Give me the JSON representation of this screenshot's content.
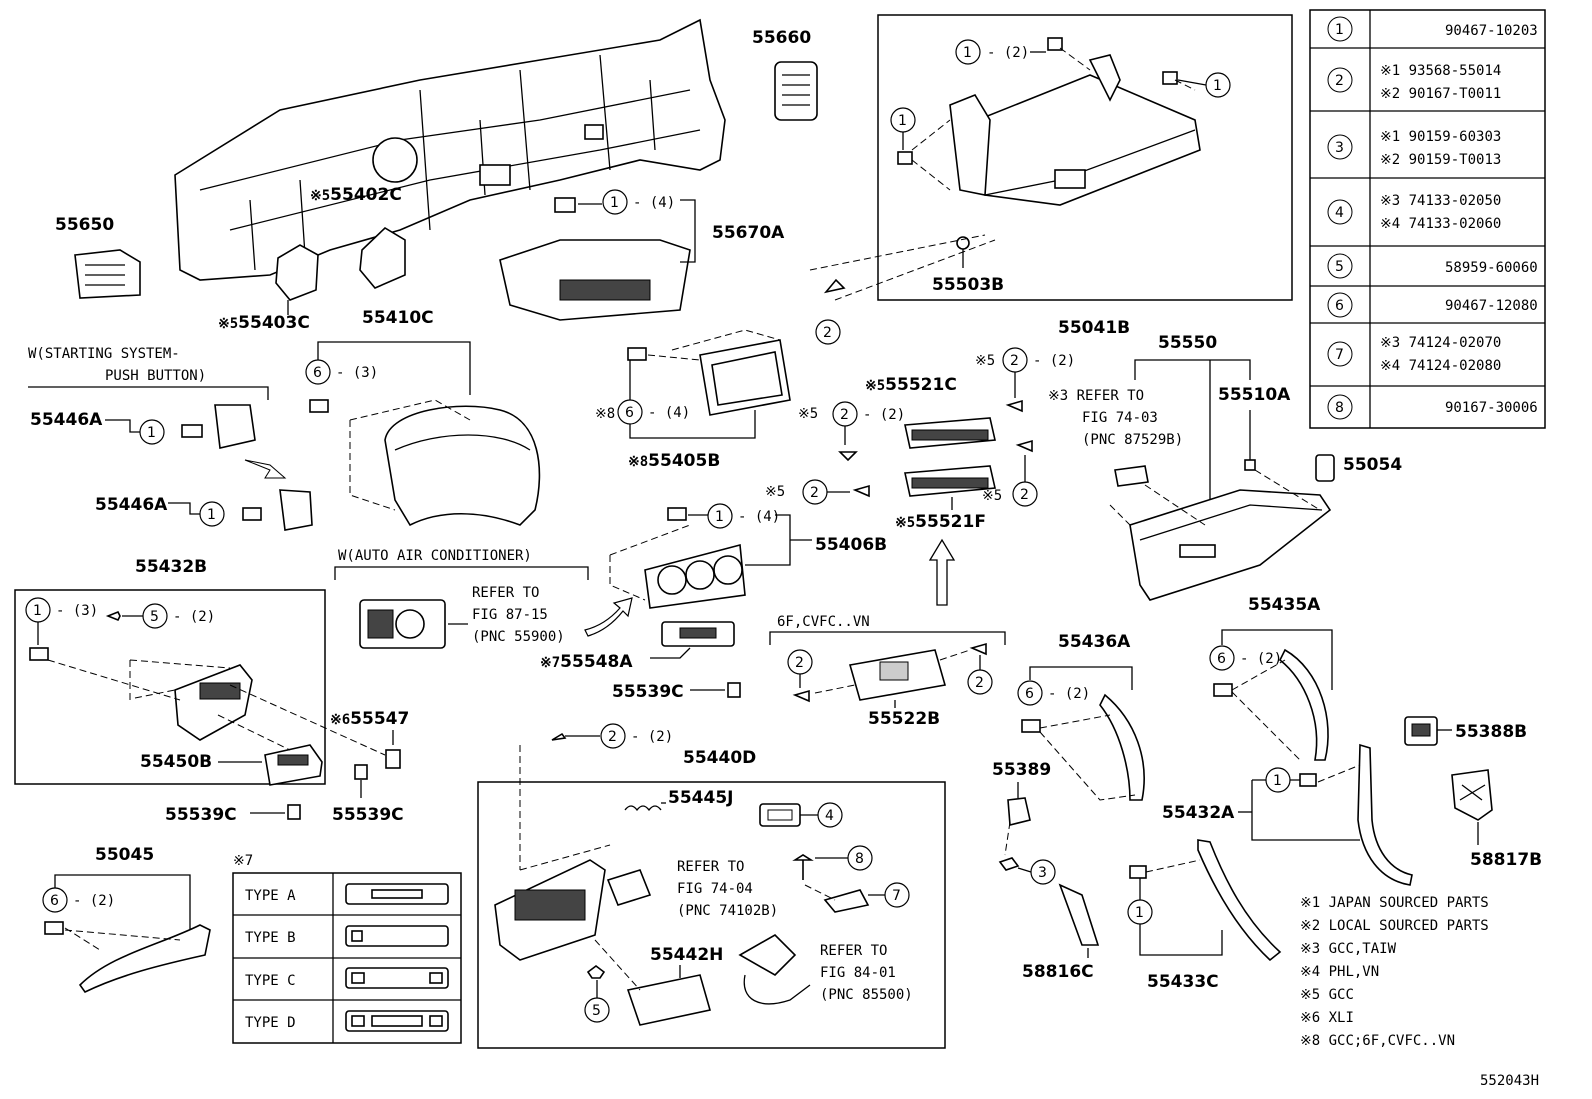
{
  "parts": {
    "p55660": "55660",
    "p55650": "55650",
    "p55402c": "55402C",
    "p55403c": "55403C",
    "p55410c": "55410C",
    "p55670a": "55670A",
    "p55041b": "55041B",
    "p55503b": "55503B",
    "p55550": "55550",
    "p55510a": "55510A",
    "p55054": "55054",
    "p55521c": "55521C",
    "p55521f": "55521F",
    "p55405b": "55405B",
    "p55406b": "55406B",
    "p55446a_1": "55446A",
    "p55446a_2": "55446A",
    "p55432b": "55432B",
    "p55450b": "55450B",
    "p55547": "55547",
    "p55539c_1": "55539C",
    "p55539c_2": "55539C",
    "p55539c_3": "55539C",
    "p55548a": "55548A",
    "p55522b": "55522B",
    "p55436a": "55436A",
    "p55435a": "55435A",
    "p55388b": "55388B",
    "p55389": "55389",
    "p55432a": "55432A",
    "p58817b": "58817B",
    "p55440d": "55440D",
    "p55445j": "55445J",
    "p55442h": "55442H",
    "p55045": "55045",
    "p58816c": "58816C",
    "p55433c": "55433C"
  },
  "marks": {
    "m5": "※5",
    "m7": "※7",
    "m8": "※8",
    "m6": "※6",
    "m3": "※3"
  },
  "qty": {
    "q2": "- (2)",
    "q3": "- (3)",
    "q4": "- (4)"
  },
  "notes": {
    "starting_1": "W(STARTING SYSTEM-",
    "starting_2": "PUSH BUTTON)",
    "auto_ac": "W(AUTO AIR CONDITIONER)",
    "ref_87_1": "REFER TO",
    "ref_87_2": "FIG 87-15",
    "ref_87_3": "(PNC 55900)",
    "ref_74_03_1": "REFER TO",
    "ref_74_03_2": "FIG 74-03",
    "ref_74_03_3": "(PNC 87529B)",
    "ref_74_04_1": "REFER TO",
    "ref_74_04_2": "FIG 74-04",
    "ref_74_04_3": "(PNC 74102B)",
    "ref_84_1": "REFER TO",
    "ref_84_2": "FIG 84-01",
    "ref_84_3": "(PNC 85500)",
    "group_6f": "6F,CVFC..VN",
    "fig_code": "552043H"
  },
  "fastener_table": [
    {
      "num": "1",
      "lines": [
        "90467-10203"
      ]
    },
    {
      "num": "2",
      "lines": [
        "※1 93568-55014",
        "※2 90167-T0011"
      ]
    },
    {
      "num": "3",
      "lines": [
        "※1 90159-60303",
        "※2 90159-T0013"
      ]
    },
    {
      "num": "4",
      "lines": [
        "※3 74133-02050",
        "※4 74133-02060"
      ]
    },
    {
      "num": "5",
      "lines": [
        "58959-60060"
      ]
    },
    {
      "num": "6",
      "lines": [
        "90467-12080"
      ]
    },
    {
      "num": "7",
      "lines": [
        "※3 74124-02070",
        "※4 74124-02080"
      ]
    },
    {
      "num": "8",
      "lines": [
        "90167-30006"
      ]
    }
  ],
  "type_table": {
    "mark": "※7",
    "rows": [
      "TYPE  A",
      "TYPE  B",
      "TYPE  C",
      "TYPE  D"
    ]
  },
  "legend": [
    "※1 JAPAN SOURCED PARTS",
    "※2 LOCAL SOURCED PARTS",
    "※3 GCC,TAIW",
    "※4 PHL,VN",
    "※5 GCC",
    "※6 XLI",
    "※8 GCC;6F,CVFC..VN"
  ]
}
